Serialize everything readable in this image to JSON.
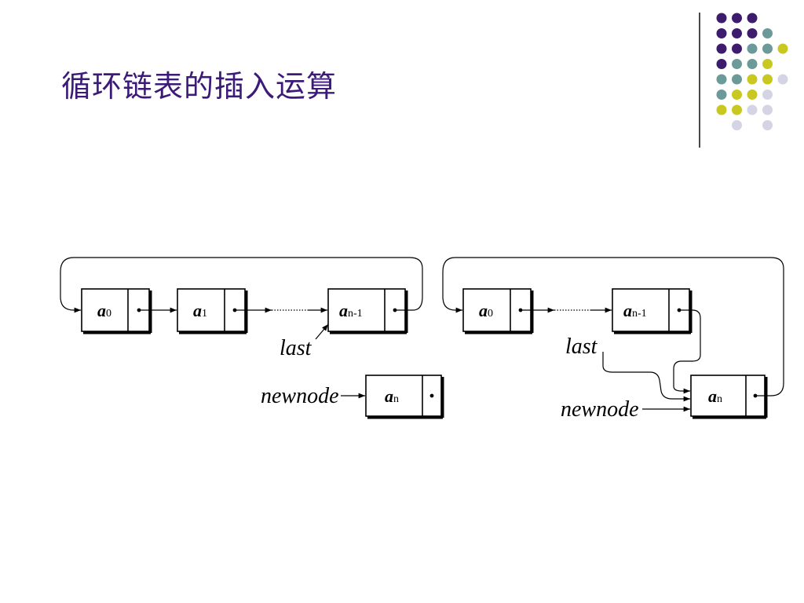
{
  "slide": {
    "title": "循环链表的插入运算",
    "title_color": "#3c1a78",
    "accent_line_color": "#4a4a4a"
  },
  "decoration": {
    "dot_colors": [
      "#3d1c6e",
      "#6b9a98",
      "#c8c820",
      "#d4d4e4"
    ],
    "dot_pattern": [
      [
        0,
        0,
        0,
        -1,
        -1
      ],
      [
        0,
        0,
        0,
        1,
        -1
      ],
      [
        0,
        0,
        1,
        1,
        2
      ],
      [
        0,
        1,
        1,
        2,
        -1
      ],
      [
        1,
        1,
        2,
        2,
        3
      ],
      [
        1,
        2,
        2,
        3,
        -1
      ],
      [
        2,
        2,
        3,
        3,
        -1
      ],
      [
        -1,
        3,
        -1,
        3,
        -1
      ]
    ]
  },
  "diagram_left": {
    "nodes": [
      {
        "base": "a",
        "sub": "0"
      },
      {
        "base": "a",
        "sub": "1"
      },
      {
        "base": "a",
        "sub": "n-1"
      }
    ],
    "new_node": {
      "base": "a",
      "sub": "n"
    },
    "last_label": "last",
    "newnode_label": "newnode"
  },
  "diagram_right": {
    "nodes": [
      {
        "base": "a",
        "sub": "0"
      },
      {
        "base": "a",
        "sub": "n-1"
      }
    ],
    "new_node": {
      "base": "a",
      "sub": "n"
    },
    "last_label": "last",
    "newnode_label": "newnode"
  }
}
